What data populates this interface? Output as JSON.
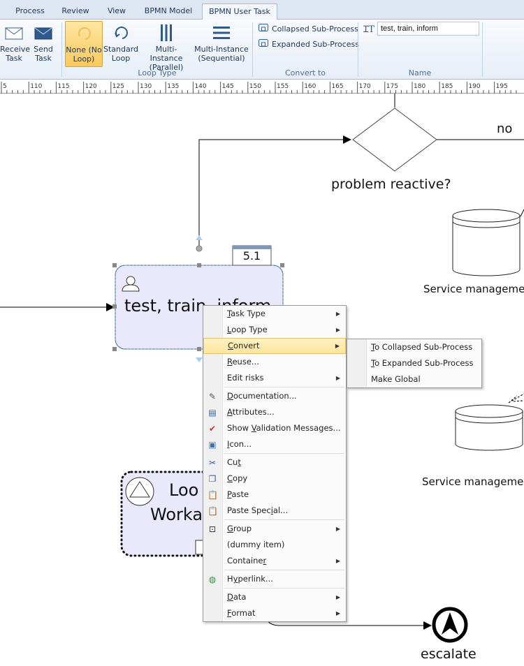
{
  "tabs": [
    "Process",
    "Review",
    "View",
    "BPMN Model",
    "BPMN User Task"
  ],
  "ribbon": {
    "receive_task": [
      "Receive",
      "Task"
    ],
    "send_task": [
      "Send",
      "Task"
    ],
    "loop_none": [
      "None (No",
      "Loop)"
    ],
    "loop_standard": [
      "Standard",
      "Loop"
    ],
    "loop_parallel": [
      "Multi-Instance",
      "(Parallel)"
    ],
    "loop_sequential": [
      "Multi-Instance",
      "(Sequential)"
    ],
    "loop_group_label": "Loop Type",
    "collapsed_subprocess": "Collapsed Sub-Process",
    "expanded_subprocess": "Expanded Sub-Process",
    "convert_group_label": "Convert to",
    "name_value": "test, train, inform",
    "name_group_label": "Name"
  },
  "ruler": {
    "ticks": [
      "5",
      "110",
      "115",
      "120",
      "125",
      "130",
      "135",
      "140",
      "145",
      "150",
      "155",
      "160",
      "165",
      "170",
      "175",
      "180",
      "185",
      "190",
      "195"
    ]
  },
  "diagram": {
    "gateway_label": "problem reactive?",
    "no_label": "no",
    "task_label": "test, train, inform",
    "task_badge": "5.1",
    "datastore1_label": "Service manageme",
    "datastore2_label": "Service manageme",
    "loop_task_label": [
      "Loo",
      "Worka"
    ],
    "end_event_label": "escalate"
  },
  "context_menu": {
    "items": [
      {
        "label": "Task Type",
        "u": "T",
        "submenu": true
      },
      {
        "label": "Loop Type",
        "u": "L",
        "submenu": true
      },
      {
        "label": "Convert",
        "u": "C",
        "submenu": true,
        "highlight": true
      },
      {
        "label": "Reuse...",
        "u": "R"
      },
      {
        "label": "Edit risks",
        "submenu": true
      },
      {
        "sep": true
      },
      {
        "label": "Documentation...",
        "u": "D",
        "icon": "pencil-icon"
      },
      {
        "label": "Attributes...",
        "u": "A",
        "icon": "attributes-icon"
      },
      {
        "label": "Show Validation Messages...",
        "u": "V",
        "icon": "validation-icon"
      },
      {
        "label": "Icon...",
        "u": "I",
        "icon": "image-icon"
      },
      {
        "sep": true
      },
      {
        "label": "Cut",
        "u": "t",
        "icon": "scissors-icon"
      },
      {
        "label": "Copy",
        "u": "C",
        "icon": "copy-icon"
      },
      {
        "label": "Paste",
        "u": "P",
        "icon": "paste-icon"
      },
      {
        "label": "Paste Special...",
        "u": "i",
        "icon": "paste-special-icon"
      },
      {
        "sep": true
      },
      {
        "label": "Group",
        "u": "G",
        "submenu": true,
        "icon": "group-icon"
      },
      {
        "label": "(dummy item)"
      },
      {
        "label": "Container",
        "u": "r",
        "submenu": true
      },
      {
        "sep": true
      },
      {
        "label": "Hyperlink...",
        "u": "y",
        "icon": "globe-icon"
      },
      {
        "sep": true
      },
      {
        "label": "Data",
        "u": "D",
        "submenu": true
      },
      {
        "label": "Format",
        "u": "F",
        "submenu": true
      }
    ],
    "submenu": [
      {
        "label": "To Collapsed Sub-Process",
        "u": "T"
      },
      {
        "label": "To Expanded Sub-Process",
        "u": "T"
      },
      {
        "label": "Make Global"
      }
    ]
  }
}
